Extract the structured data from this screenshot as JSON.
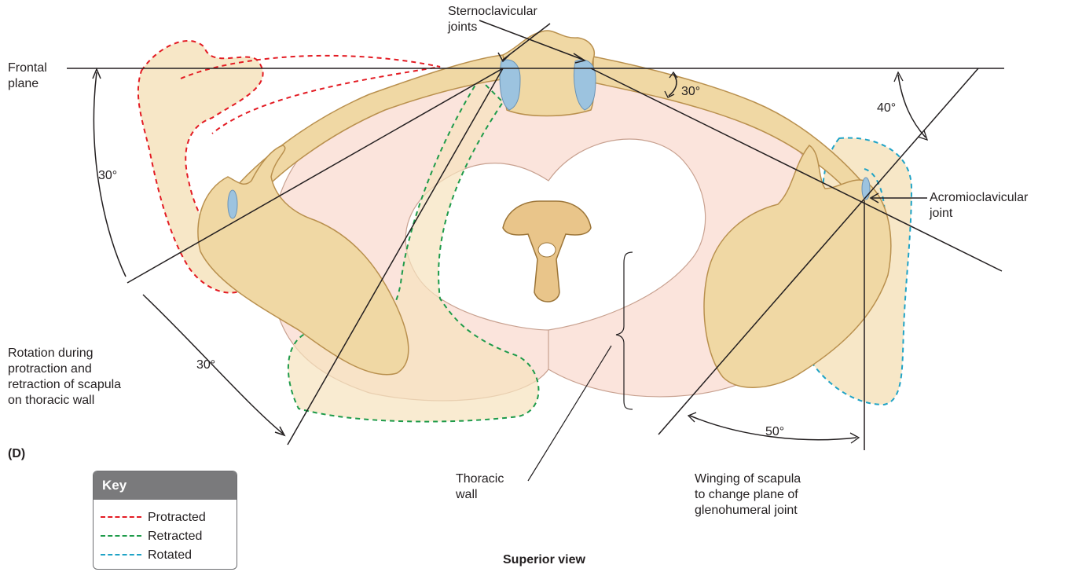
{
  "labels": {
    "sternoclavicular": "Sternoclavicular\njoints",
    "frontal_plane": "Frontal\nplane",
    "acromioclavicular": "Acromioclavicular\njoint",
    "angle_30_top": "30°",
    "angle_40": "40°",
    "angle_30_left": "30°",
    "angle_30_bottom": "30°",
    "angle_50": "50°",
    "rotation": "Rotation during\nprotraction and\nretraction of scapula\non thoracic wall",
    "panel": "(D)",
    "thoracic_wall": "Thoracic\nwall",
    "winging": "Winging of scapula\nto change plane of\nglenohumeral joint",
    "view": "Superior view"
  },
  "key": {
    "title": "Key",
    "items": [
      {
        "label": "Protracted",
        "color": "#e31b23"
      },
      {
        "label": "Retracted",
        "color": "#1e9b4a"
      },
      {
        "label": "Rotated",
        "color": "#1fa3c6"
      }
    ]
  },
  "colors": {
    "bone": "#f0d8a4",
    "bone_outline": "#b9904e",
    "thorax": "#fbe4dc",
    "thorax_outline": "#c8a190",
    "cartilage": "#9cc3df",
    "protracted": "#e31b23",
    "retracted": "#1e9b4a",
    "rotated": "#1fa3c6"
  }
}
